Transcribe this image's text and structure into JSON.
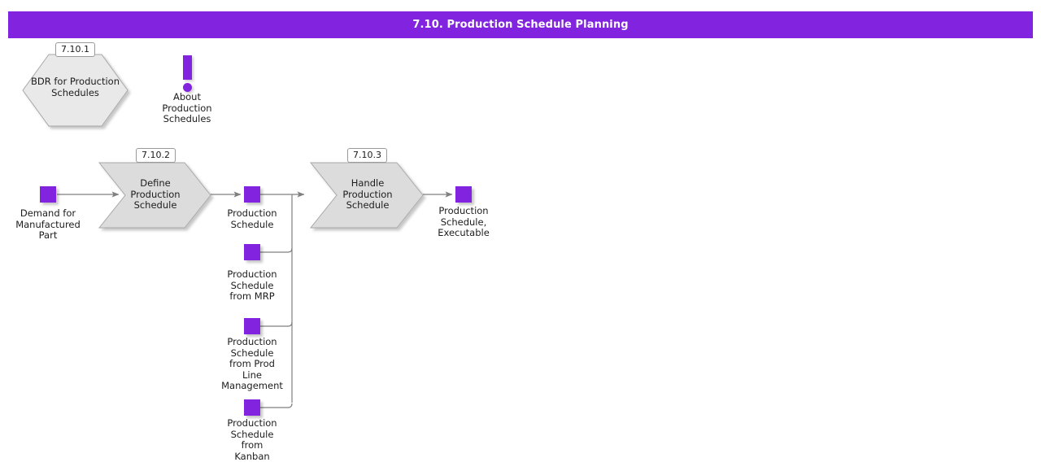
{
  "header": {
    "title": "7.10. Production Schedule Planning",
    "background_color": "#8223e0",
    "text_color": "#ffffff"
  },
  "theme": {
    "accent_purple": "#8223e0",
    "shape_fill": "#e0e0e0",
    "shape_stroke": "#9a9a9a",
    "connector_color": "#7f7f7f",
    "text_color": "#1d1d1d",
    "page_background": "#ffffff"
  },
  "diagram": {
    "type": "process-flow",
    "nodes": [
      {
        "id": "bdr",
        "kind": "hexagon",
        "tag": "7.10.1",
        "label": "BDR for Production\nSchedules"
      },
      {
        "id": "note",
        "kind": "note-icon",
        "icon": "exclamation-icon",
        "label": "About\nProduction\nSchedules"
      },
      {
        "id": "demand",
        "kind": "object",
        "label": "Demand for\nManufactured\nPart"
      },
      {
        "id": "define",
        "kind": "chevron",
        "tag": "7.10.2",
        "label": "Define\nProduction\nSchedule"
      },
      {
        "id": "ps",
        "kind": "object",
        "label": "Production\nSchedule"
      },
      {
        "id": "ps-mrp",
        "kind": "object",
        "label": "Production\nSchedule\nfrom MRP"
      },
      {
        "id": "ps-plm",
        "kind": "object",
        "label": "Production\nSchedule\nfrom Prod\nLine\nManagement"
      },
      {
        "id": "ps-kanban",
        "kind": "object",
        "label": "Production\nSchedule\nfrom\nKanban"
      },
      {
        "id": "handle",
        "kind": "chevron",
        "tag": "7.10.3",
        "label": "Handle\nProduction\nSchedule"
      },
      {
        "id": "ps-exec",
        "kind": "object",
        "label": "Production\nSchedule,\nExecutable"
      }
    ],
    "edges": [
      {
        "from": "demand",
        "to": "define",
        "arrow": true
      },
      {
        "from": "define",
        "to": "ps",
        "arrow": true
      },
      {
        "from": "ps",
        "to": "handle",
        "arrow": true
      },
      {
        "from": "ps-mrp",
        "to": "handle",
        "arrow": false
      },
      {
        "from": "ps-plm",
        "to": "handle",
        "arrow": false
      },
      {
        "from": "ps-kanban",
        "to": "handle",
        "arrow": false
      },
      {
        "from": "handle",
        "to": "ps-exec",
        "arrow": true
      }
    ]
  }
}
